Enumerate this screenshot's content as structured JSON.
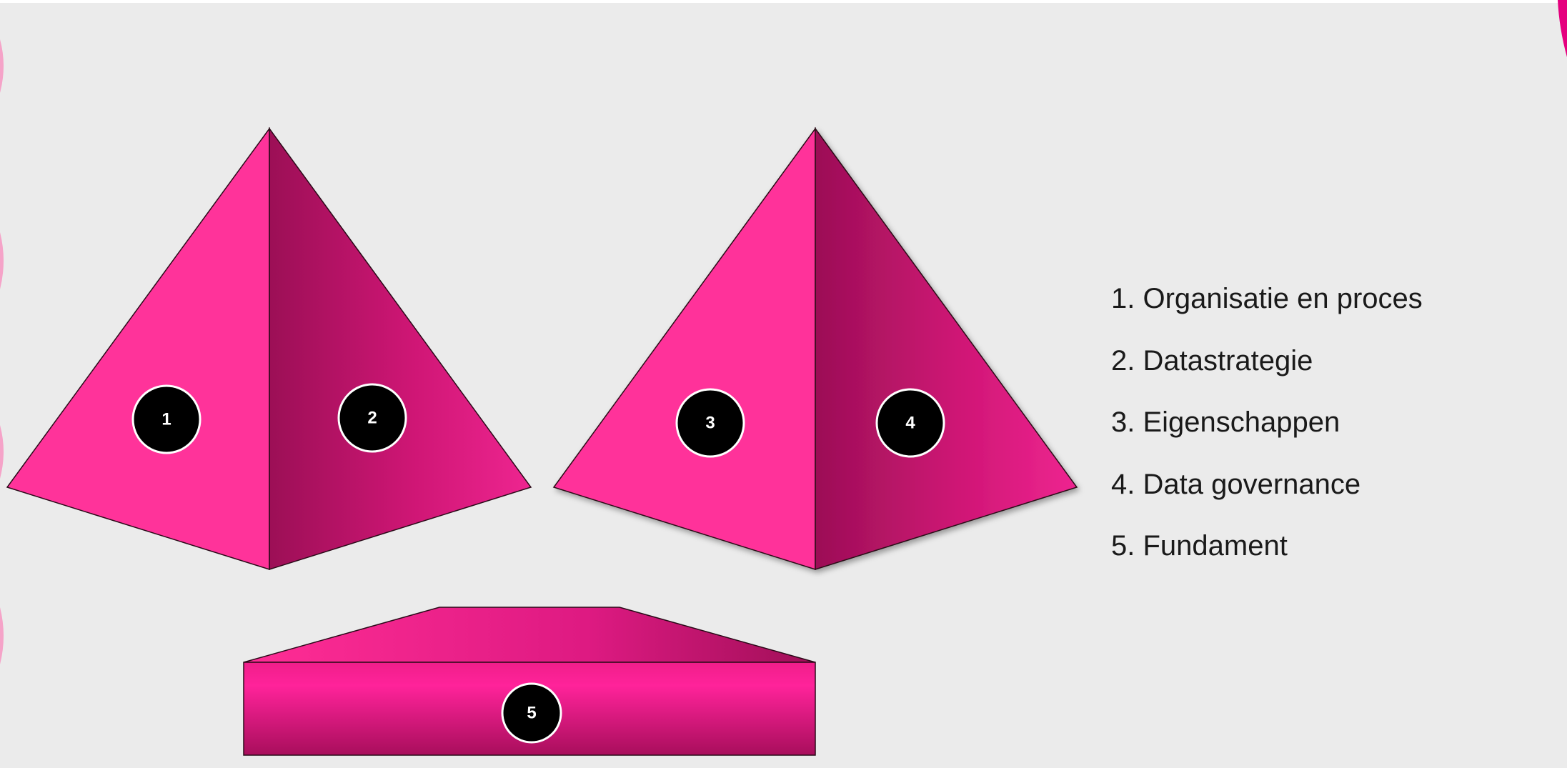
{
  "diagram": {
    "markers": [
      {
        "id": "1",
        "label": "1"
      },
      {
        "id": "2",
        "label": "2"
      },
      {
        "id": "3",
        "label": "3"
      },
      {
        "id": "4",
        "label": "4"
      },
      {
        "id": "5",
        "label": "5"
      }
    ]
  },
  "legend": {
    "items": [
      "1. Organisatie en proces",
      "2. Datastrategie",
      "3. Eigenschappen",
      "4. Data governance",
      "5. Fundament"
    ]
  },
  "colors": {
    "background": "#ebebeb",
    "pink_light": "#ff339a",
    "pink_dark": "#a01058",
    "magenta": "#e5007e",
    "marker_fill": "#000000"
  }
}
